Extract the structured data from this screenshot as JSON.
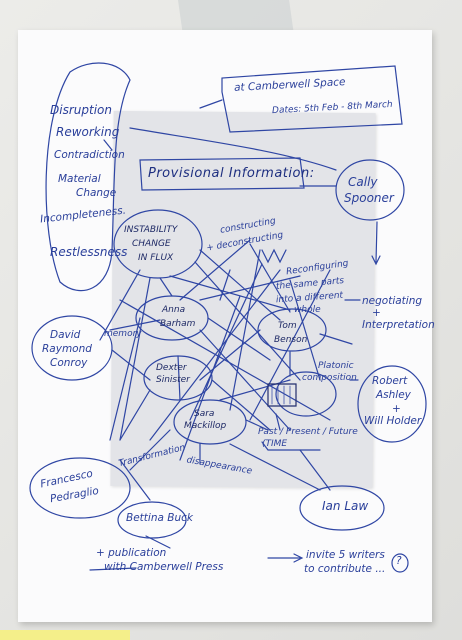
{
  "venue": {
    "line1": "at Camberwell Space",
    "line2": "Dates: 5th Feb - 8th March"
  },
  "provisional": "Provisional Information:",
  "left_terms": [
    "Disruption",
    "Reworking",
    "Contradiction",
    "Material",
    "Change",
    "Incompleteness.",
    "Restlessness"
  ],
  "central": {
    "instability": "INSTABILITY",
    "change": "CHANGE",
    "in_flux": "IN FLUX",
    "constructing": "constructing",
    "deconstructing": "+ deconstructing",
    "reconfig_1": "Reconfiguring",
    "reconfig_2": "the same parts",
    "reconfig_3": "into a different",
    "reconfig_4": "whole",
    "platonic_1": "Platonic",
    "platonic_2": "composition",
    "transformation": "Transformation",
    "disappearance": "disappearance",
    "time_1": "Past / Present / Future",
    "time_2": "(TIME",
    "memory": "memory"
  },
  "people": {
    "anna": [
      "Anna",
      "Barham"
    ],
    "tom": [
      "Tom",
      "Benson"
    ],
    "dexter": [
      "Dexter",
      "Sinister"
    ],
    "sara": [
      "Sara",
      "Mackillop"
    ],
    "david": [
      "David",
      "Raymond",
      "Conroy"
    ],
    "cally": [
      "Cally",
      "Spooner"
    ],
    "robert": [
      "Robert",
      "Ashley",
      "+",
      "Will Holder"
    ],
    "francesco": [
      "Francesco",
      "Pedraglio"
    ],
    "bettina": "Bettina Buck",
    "ian": "Ian Law"
  },
  "negotiating": [
    "negotiating",
    "+",
    "Interpretation"
  ],
  "footer": {
    "line1": "+ publication",
    "line2": "with Camberwell Press",
    "arrow_line1": "invite 5 writers",
    "arrow_line2": "to contribute ...",
    "question": "?"
  }
}
